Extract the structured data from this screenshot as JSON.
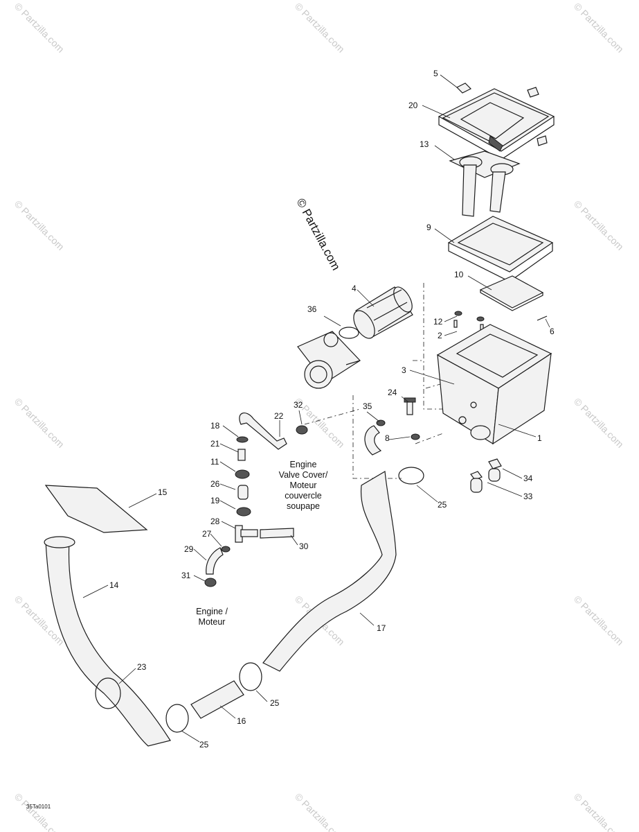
{
  "diagram_code": "35Ta0101",
  "copyright_text": "© Partzilla.com",
  "watermark_text": "© Partzilla.com",
  "notes": {
    "valve_cover": [
      "Engine",
      "Valve Cover/",
      "Moteur",
      "couvercle",
      "soupape"
    ],
    "engine": [
      "Engine /",
      "Moteur"
    ]
  },
  "callouts": {
    "c5": "5",
    "c20": "20",
    "c13": "13",
    "c9": "9",
    "c10": "10",
    "c12": "12",
    "c2": "2",
    "c6": "6",
    "c3": "3",
    "c1": "1",
    "c4": "4",
    "c36": "36",
    "c24": "24",
    "c35": "35",
    "c8": "8",
    "c32": "32",
    "c22": "22",
    "c18": "18",
    "c21": "21",
    "c11": "11",
    "c26": "26",
    "c19": "19",
    "c28": "28",
    "c27": "27",
    "c30": "30",
    "c29": "29",
    "c31": "31",
    "c15": "15",
    "c14": "14",
    "c23": "23",
    "c16": "16",
    "c17": "17",
    "c34": "34",
    "c33": "33",
    "c25a": "25",
    "c25b": "25",
    "c25c": "25"
  }
}
